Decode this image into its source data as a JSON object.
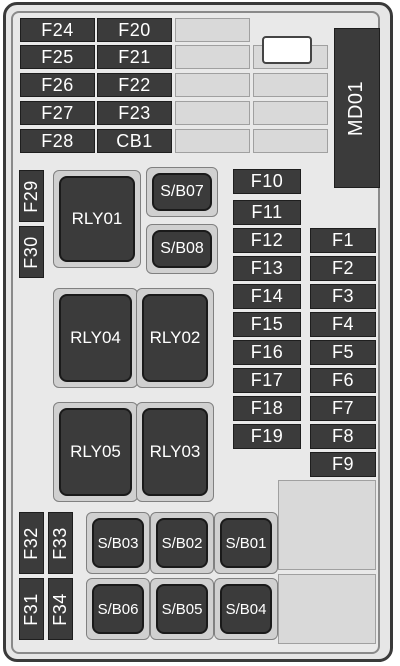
{
  "top_rows": [
    {
      "left": "F24",
      "right": "F20"
    },
    {
      "left": "F25",
      "right": "F21"
    },
    {
      "left": "F26",
      "right": "F22"
    },
    {
      "left": "F27",
      "right": "F23"
    },
    {
      "left": "F28",
      "right": "CB1"
    }
  ],
  "md_label": "MD01",
  "side_fuses": [
    "F29",
    "F30"
  ],
  "relays_large": [
    "RLY01",
    "RLY04",
    "RLY02",
    "RLY05",
    "RLY03"
  ],
  "sb_upper": [
    "S/B07",
    "S/B08"
  ],
  "mid_col": [
    "F10",
    "F11",
    "F12",
    "F13",
    "F14",
    "F15",
    "F16",
    "F17",
    "F18",
    "F19"
  ],
  "right_col": [
    "F1",
    "F2",
    "F3",
    "F4",
    "F5",
    "F6",
    "F7",
    "F8",
    "F9"
  ],
  "bottom_left_fuses": [
    "F32",
    "F33",
    "F31",
    "F34"
  ],
  "sb_lower": [
    "S/B03",
    "S/B02",
    "S/B01",
    "S/B06",
    "S/B05",
    "S/B04"
  ]
}
